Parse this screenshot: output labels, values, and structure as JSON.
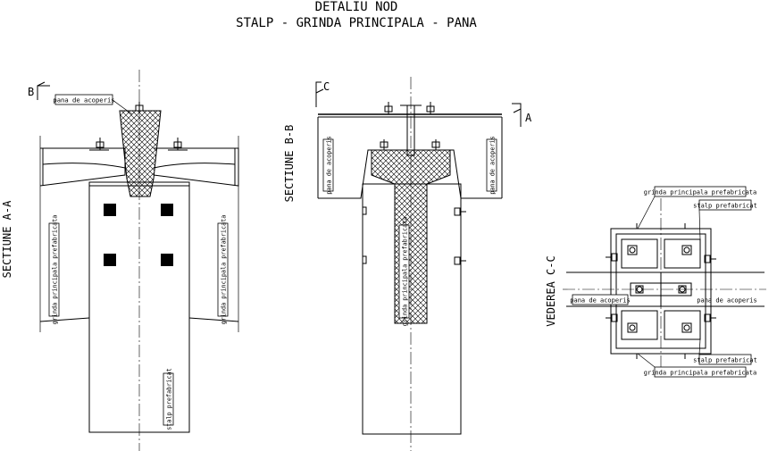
{
  "title": {
    "line1": "DETALIU NOD",
    "line2": "STALP - GRINDA PRINCIPALA - PANA"
  },
  "section_aa": {
    "name": "SECTIUNE A-A",
    "cut_marker": "B",
    "label_purlin": "pana de acoperis",
    "label_beam_left": "grinda principala prefabricata",
    "label_beam_right": "grinda principala prefabricata",
    "label_column": "stalp prefabricat"
  },
  "section_bb": {
    "name": "SECTIUNE B-B",
    "cut_marker_c": "C",
    "cut_marker_a": "A",
    "label_purlin_left": "pana de acoperis",
    "label_purlin_right": "pana de acoperis",
    "label_beam": "grinda principala prefabricata"
  },
  "view_cc": {
    "name": "VEDEREA C-C",
    "label_beam_top": "grinda principala prefabricata",
    "label_column_top": "stalp prefabricat",
    "label_purlin_left": "pana de acoperis",
    "label_purlin_right": "pana de acoperis",
    "label_column_bottom": "stalp prefabricat",
    "label_beam_bottom": "grinda principala prefabricata"
  }
}
